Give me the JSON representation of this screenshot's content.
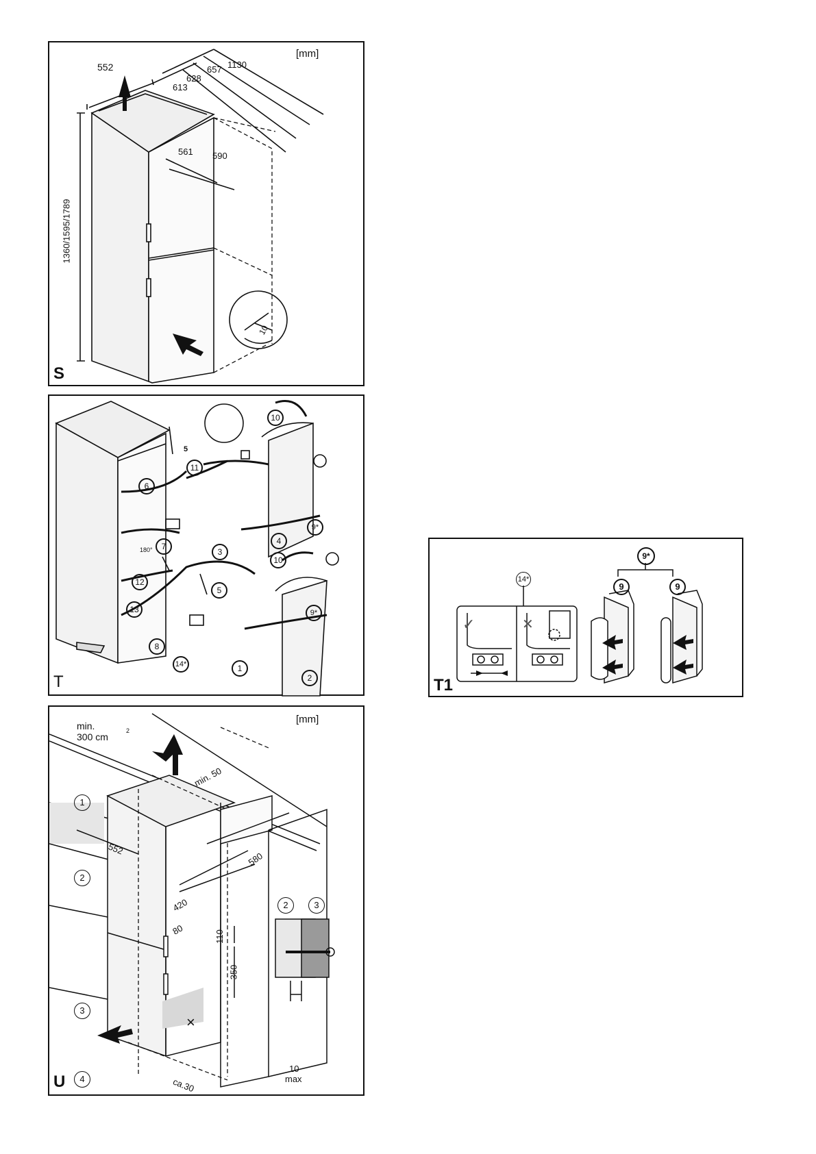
{
  "panels": {
    "S": {
      "label": "S",
      "unit": "[mm]",
      "dims": {
        "width": "552",
        "d1": "613",
        "d2": "628",
        "d3": "657",
        "d4": "1130",
        "inner1": "561",
        "inner2": "590",
        "height": "1360/1595/1789",
        "wrench": "10"
      }
    },
    "T": {
      "label": "T",
      "steps": [
        "1",
        "2",
        "3",
        "4",
        "5",
        "6",
        "7",
        "8",
        "9*",
        "10",
        "11",
        "12",
        "13",
        "14*",
        "9*",
        "10"
      ],
      "wrench_size": "5",
      "angle": "180°"
    },
    "T1": {
      "label": "T1",
      "group_label": "9*",
      "item_label_a": "9",
      "item_label_b": "9",
      "callout": "14*",
      "ok_mark": "✓",
      "bad_mark": "✕"
    },
    "U": {
      "label": "U",
      "unit": "[mm]",
      "vent_min": "min.",
      "vent_area": "300 cm",
      "vent_sup": "2",
      "gap_top": "min. 50",
      "dims": {
        "width": "552",
        "depth": "580",
        "d420": "420",
        "d80": "80",
        "d110": "110",
        "d350": "350",
        "ca30": "ca.30",
        "ten": "10",
        "max": "max"
      },
      "callouts": [
        "1",
        "2",
        "3",
        "4"
      ],
      "detail_callouts": [
        "2",
        "3"
      ]
    }
  }
}
